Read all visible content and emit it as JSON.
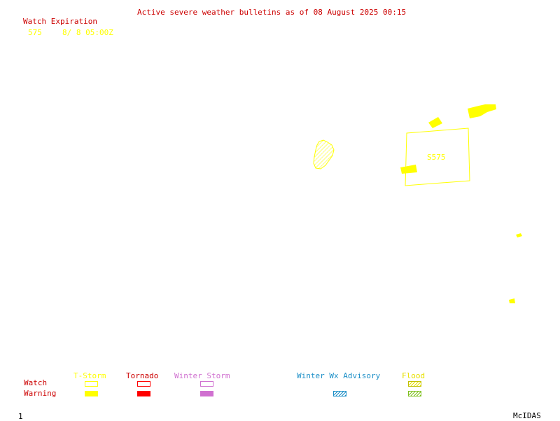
{
  "title": "Active severe weather bulletins as of 08 August 2025 00:15",
  "watch_expiration": {
    "heading": "Watch Expiration",
    "entries": [
      {
        "id": "575",
        "expires": "8/ 8 05:00Z"
      }
    ]
  },
  "map": {
    "watch_label": "S575"
  },
  "legend": {
    "row_labels": {
      "watch": "Watch",
      "warning": "Warning"
    },
    "categories": [
      {
        "key": "tstorm",
        "label": "T-Storm",
        "color": "#ffff00"
      },
      {
        "key": "tornado",
        "label": "Tornado",
        "color": "#ff0000"
      },
      {
        "key": "winter_storm",
        "label": "Winter Storm",
        "color": "#d070d0"
      },
      {
        "key": "winter_wx",
        "label": "Winter Wx Advisory",
        "color": "#1e90c8"
      },
      {
        "key": "flood",
        "label": "Flood",
        "color": "#80c020"
      }
    ]
  },
  "footer": {
    "frame_number": "1",
    "brand": "McIDAS"
  },
  "colors": {
    "title": "#cc0000",
    "watch_text": "#ffff00",
    "legend_rows": "#cc0000",
    "brand": "#000000"
  }
}
